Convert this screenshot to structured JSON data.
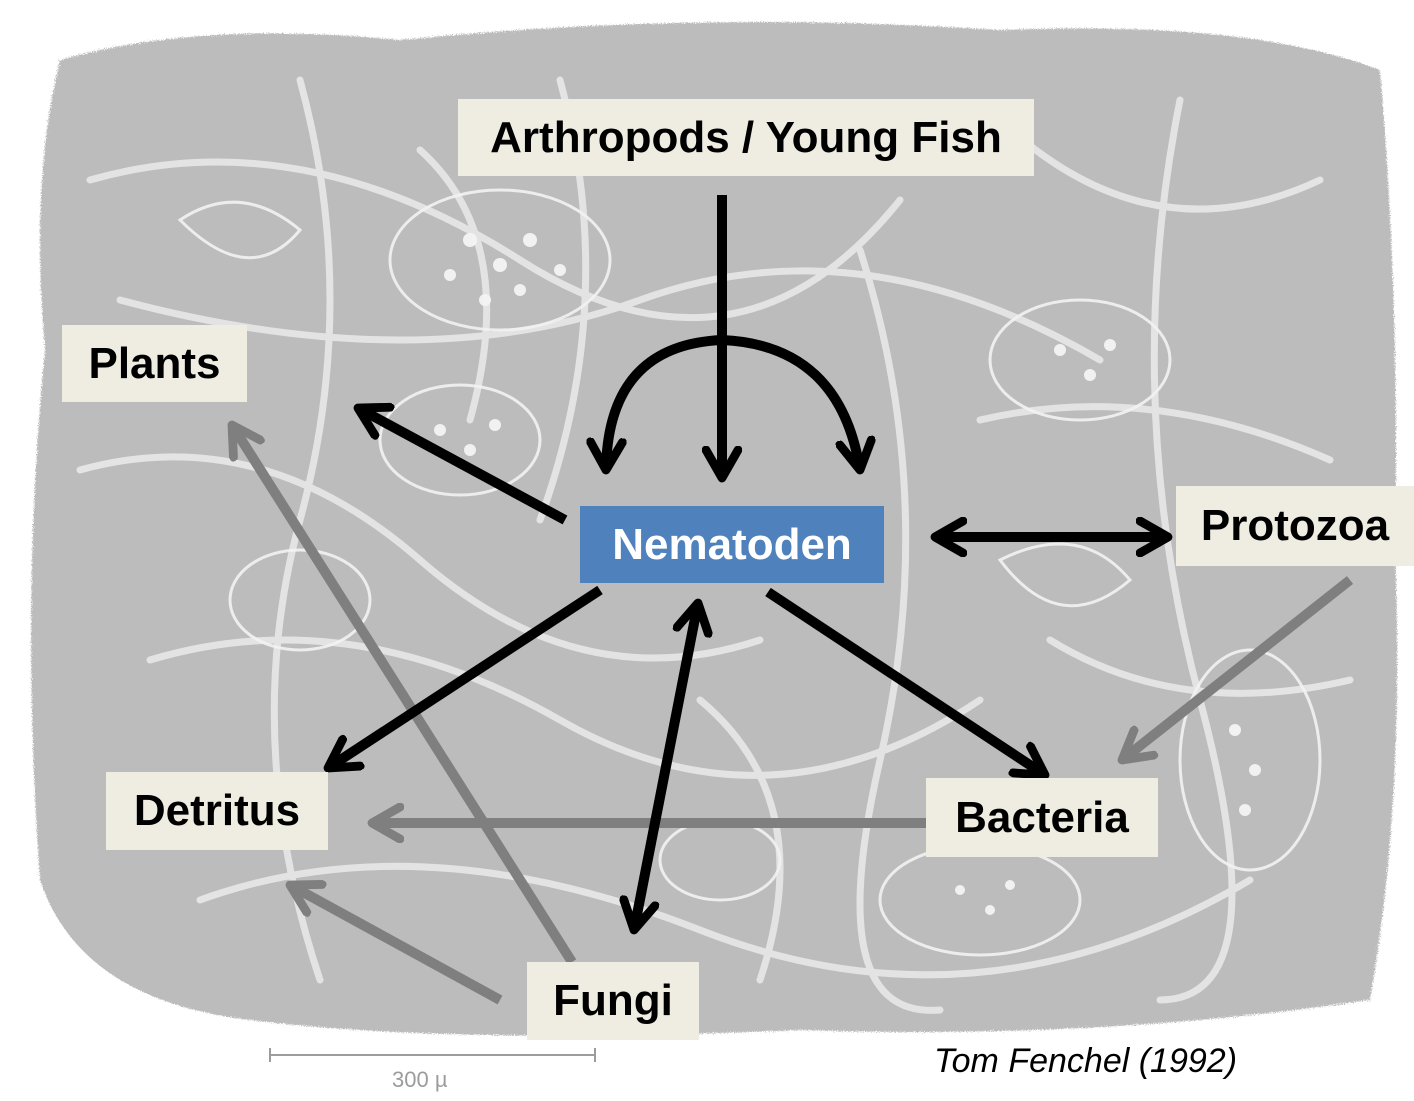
{
  "nodes": {
    "arthropods": "Arthropods / Young Fish",
    "plants": "Plants",
    "nematoden": "Nematoden",
    "protozoa": "Protozoa",
    "detritus": "Detritus",
    "bacteria": "Bacteria",
    "fungi": "Fungi"
  },
  "credit": "Tom Fenchel (1992)",
  "scale_bar_label": "300 µ",
  "colors": {
    "center_node_fill": "#4f81bd",
    "label_fill": "#efede2",
    "primary_arrow": "#000000",
    "secondary_arrow": "#7f7f7f",
    "background_illustration": "#bdbdbd"
  },
  "edges": [
    {
      "from": "Arthropods / Young Fish",
      "to": "Nematoden",
      "style": "primary",
      "direction": "one-way"
    },
    {
      "from": "Arthropods / Young Fish",
      "to": "Nematoden",
      "style": "primary",
      "direction": "curved split, two heads"
    },
    {
      "from": "Nematoden",
      "to": "Plants",
      "style": "primary",
      "direction": "one-way"
    },
    {
      "from": "Nematoden",
      "to": "Protozoa",
      "style": "primary",
      "direction": "two-way"
    },
    {
      "from": "Nematoden",
      "to": "Detritus",
      "style": "primary",
      "direction": "one-way"
    },
    {
      "from": "Nematoden",
      "to": "Bacteria",
      "style": "primary",
      "direction": "one-way"
    },
    {
      "from": "Nematoden",
      "to": "Fungi",
      "style": "primary",
      "direction": "two-way"
    },
    {
      "from": "Protozoa",
      "to": "Bacteria",
      "style": "secondary",
      "direction": "one-way"
    },
    {
      "from": "Bacteria",
      "to": "Detritus",
      "style": "secondary",
      "direction": "one-way"
    },
    {
      "from": "Fungi",
      "to": "Plants",
      "style": "secondary",
      "direction": "one-way"
    },
    {
      "from": "Fungi",
      "to": "Detritus",
      "style": "secondary",
      "direction": "one-way"
    }
  ]
}
